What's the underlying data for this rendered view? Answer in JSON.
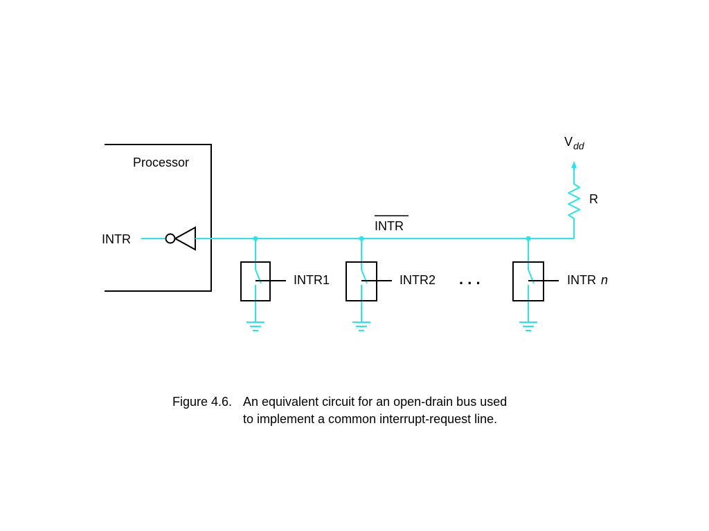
{
  "colors": {
    "bus": "#27e5ea",
    "outline": "#000000",
    "background": "#ffffff"
  },
  "diagram": {
    "processor_label": "Processor",
    "intr_input_label": "INTR",
    "bus_label": "INTR",
    "bus_label_overline": true,
    "supply_label_main": "V",
    "supply_label_sub": "dd",
    "resistor_label": "R",
    "ellipsis": ". . .",
    "devices": [
      {
        "label": "INTR1",
        "suffix": ""
      },
      {
        "label": "INTR2",
        "suffix": ""
      },
      {
        "label": "INTR",
        "suffix": "n"
      }
    ]
  },
  "caption": {
    "number": "Figure 4.6.",
    "line1": "An equivalent circuit for an open-drain bus used",
    "line2": "to implement a common interrupt-request line."
  }
}
